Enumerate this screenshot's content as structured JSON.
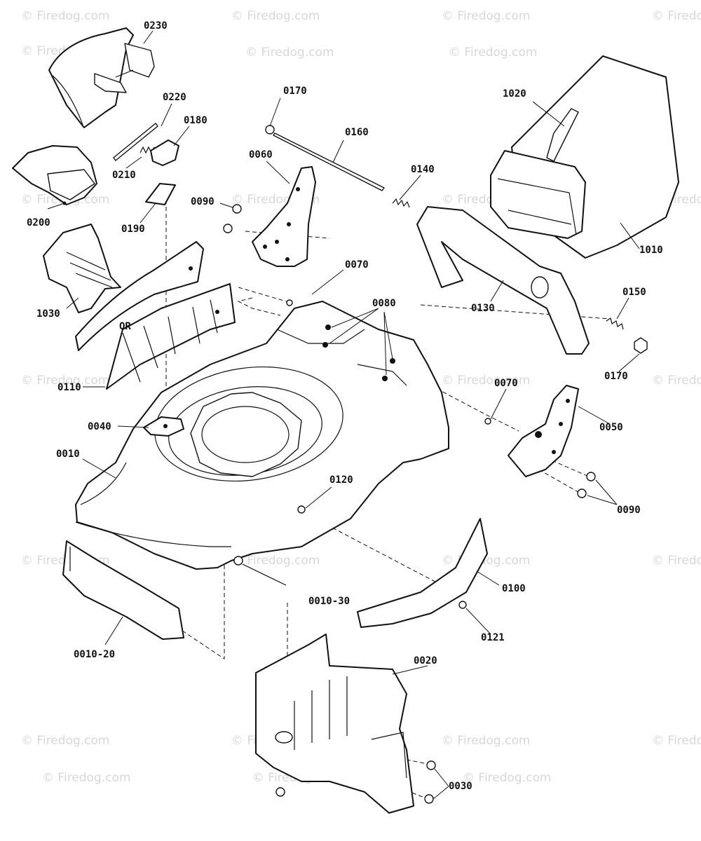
{
  "watermark": "© Firedog.com",
  "labels": {
    "p0230": "0230",
    "p0220": "0220",
    "p0180": "0180",
    "p0210": "0210",
    "p0200": "0200",
    "p0190": "0190",
    "p1030": "1030",
    "p0110": "0110",
    "or": "OR",
    "p0040": "0040",
    "p0010": "0010",
    "p0010_20": "0010-20",
    "p0010_30": "0010-30",
    "p0170_top": "0170",
    "p0160": "0160",
    "p0060": "0060",
    "p0090_left": "0090",
    "p0140": "0140",
    "p0070_top": "0070",
    "p0080": "0080",
    "p1020": "1020",
    "p1010": "1010",
    "p0130": "0130",
    "p0150": "0150",
    "p0170_right": "0170",
    "p0070_right": "0070",
    "p0050": "0050",
    "p0090_right": "0090",
    "p0120": "0120",
    "p0100": "0100",
    "p0121": "0121",
    "p0020": "0020",
    "p0030": "0030"
  }
}
